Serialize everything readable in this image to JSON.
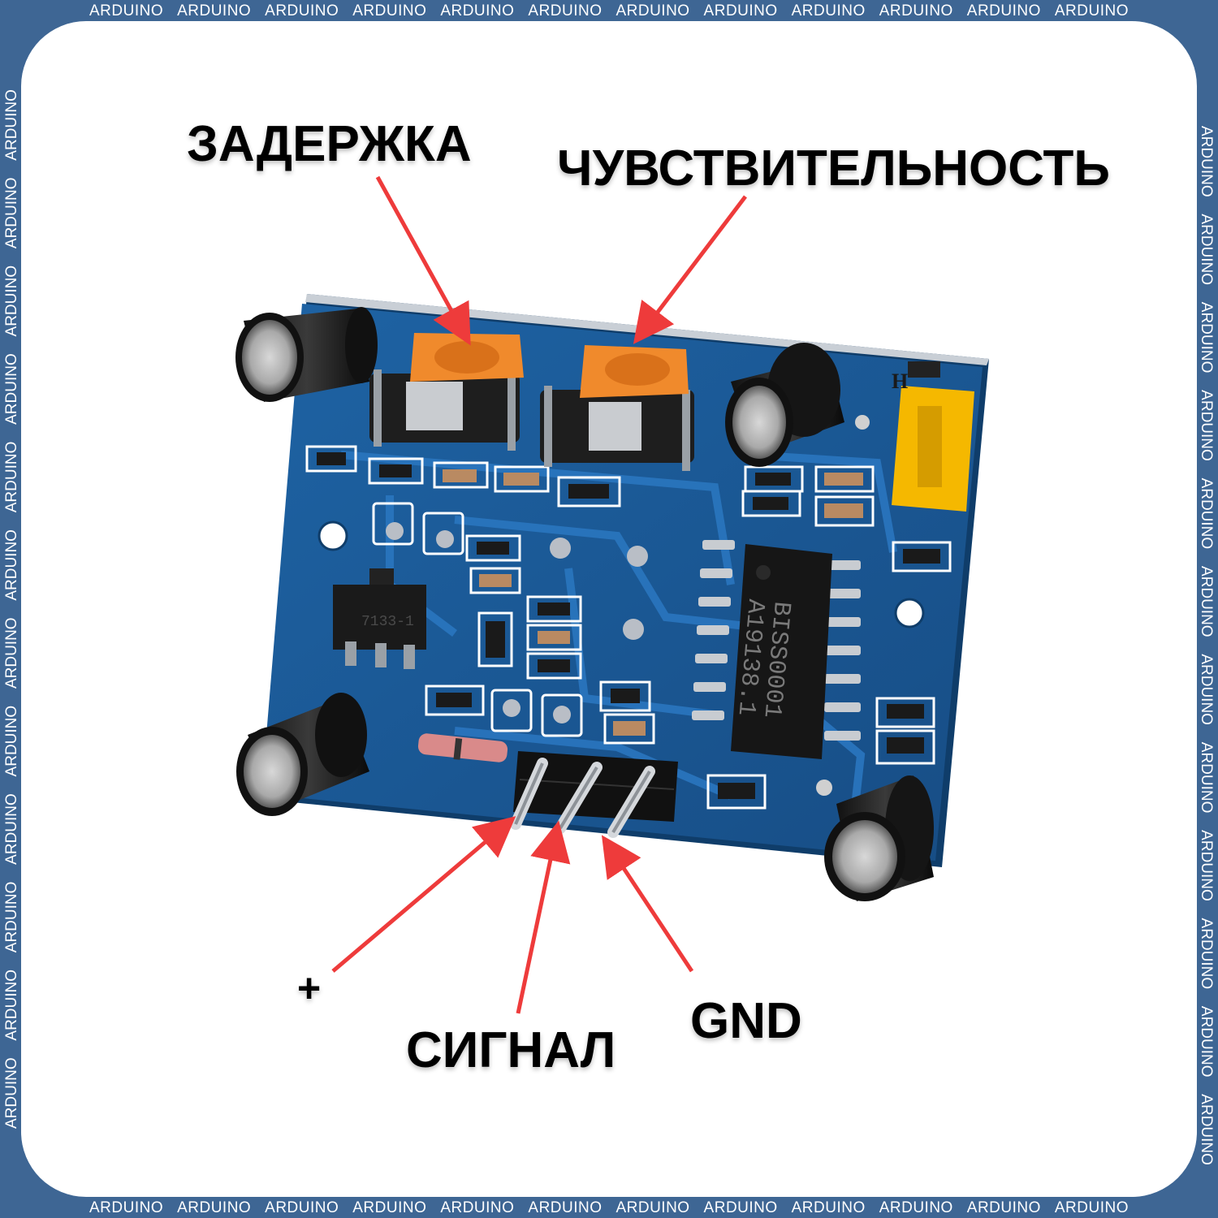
{
  "border": {
    "word": "ARDUINO",
    "top": [
      "ARDUINO",
      "ARDUINO",
      "ARDUINO",
      "ARDUINO",
      "ARDUINO",
      "ARDUINO",
      "ARDUINO",
      "ARDUINO",
      "ARDUINO",
      "ARDUINO",
      "ARDUINO",
      "ARDUINO"
    ],
    "bottom": [
      "ARDUINO",
      "ARDUINO",
      "ARDUINO",
      "ARDUINO",
      "ARDUINO",
      "ARDUINO",
      "ARDUINO",
      "ARDUINO",
      "ARDUINO",
      "ARDUINO",
      "ARDUINO",
      "ARDUINO"
    ],
    "left": [
      "ARDUINO",
      "ARDUINO",
      "ARDUINO",
      "ARDUINO",
      "ARDUINO",
      "ARDUINO",
      "ARDUINO",
      "ARDUINO",
      "ARDUINO",
      "ARDUINO",
      "ARDUINO",
      "ARDUINO"
    ],
    "right": [
      "ARDUINO",
      "ARDUINO",
      "ARDUINO",
      "ARDUINO",
      "ARDUINO",
      "ARDUINO",
      "ARDUINO",
      "ARDUINO",
      "ARDUINO",
      "ARDUINO",
      "ARDUINO",
      "ARDUINO"
    ]
  },
  "labels": {
    "delay": "ЗАДЕРЖКА",
    "sensitivity": "ЧУВСТВИТЕЛЬНОСТЬ",
    "plus": "+",
    "signal": "СИГНАЛ",
    "gnd": "GND"
  },
  "board": {
    "chip_text_1": "BISS0001",
    "chip_text_2": "A19138.1",
    "regulator_text": "7133-1",
    "jumper_label": "H"
  },
  "colors": {
    "frame": "#3e6694",
    "pcb": "#1d5a96",
    "trace": "#2a72b8",
    "pot": "#f08a2c",
    "jumper": "#f5b800",
    "arrow": "#ee3b3b"
  }
}
